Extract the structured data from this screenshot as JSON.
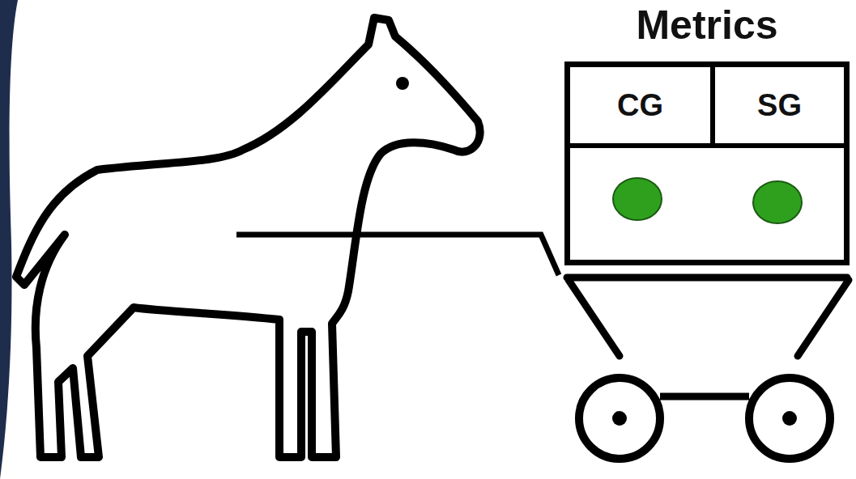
{
  "diagram": {
    "nodes": [
      {
        "text": [
          "Metrics"
        ]
      },
      {
        "text": [
          "CG"
        ],
        "in": 0
      },
      {
        "text": [
          "SG"
        ],
        "in": 0
      }
    ]
  }
}
